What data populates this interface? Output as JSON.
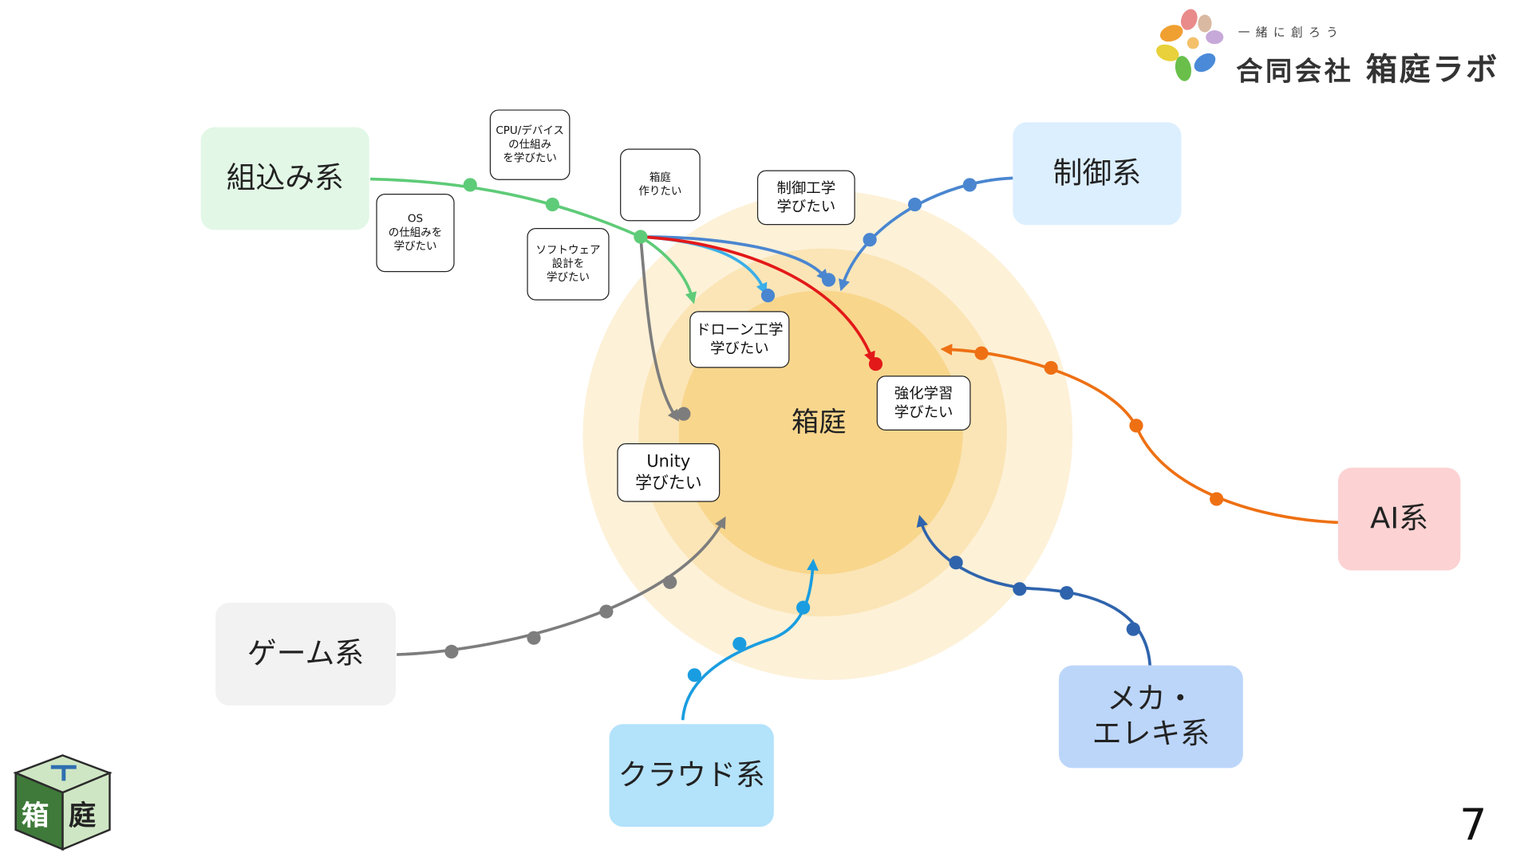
{
  "logo": {
    "tagline": "一緒に創ろう",
    "company": "合同会社",
    "brand": "箱庭ラボ"
  },
  "center": {
    "label": "箱庭"
  },
  "categories": {
    "embedded": {
      "label": "組込み系",
      "color": "#e2f7e6"
    },
    "control": {
      "label": "制御系",
      "color": "#dcefff"
    },
    "ai": {
      "label": "AI系",
      "color": "#fcd2d2"
    },
    "game": {
      "label": "ゲーム系",
      "color": "#f2f2f2"
    },
    "cloud": {
      "label": "クラウド系",
      "color": "#b3e2fb"
    },
    "mecha": {
      "label": "メカ・\nエレキ系",
      "color": "#bcd6fa"
    }
  },
  "goals": {
    "cpu": "CPU/デバイス\nの仕組み\nを学びたい",
    "os": "OS\nの仕組みを\n学びたい",
    "hakoniwa": "箱庭\n作りたい",
    "software": "ソフトウェア\n設計を\n学びたい",
    "control_eng": "制御工学\n学びたい",
    "drone": "ドローン工学\n学びたい",
    "rl": "強化学習\n学びたい",
    "unity": "Unity\n学びたい"
  },
  "cube": {
    "left": "箱",
    "right": "庭"
  },
  "page_number": "7",
  "colors": {
    "embedded_path": "#5ecb78",
    "control_path": "#4a86d0",
    "ai_path": "#ee7013",
    "game_path": "#7d7d7d",
    "cloud_path": "#1a9de0",
    "mecha_path": "#2f64ad",
    "drone_path": "#3aaee8",
    "rl_path": "#e31919",
    "ring_outer": "#fdf1d8",
    "ring_mid": "#fbe5b6",
    "ring_inner": "#f8d68c"
  }
}
